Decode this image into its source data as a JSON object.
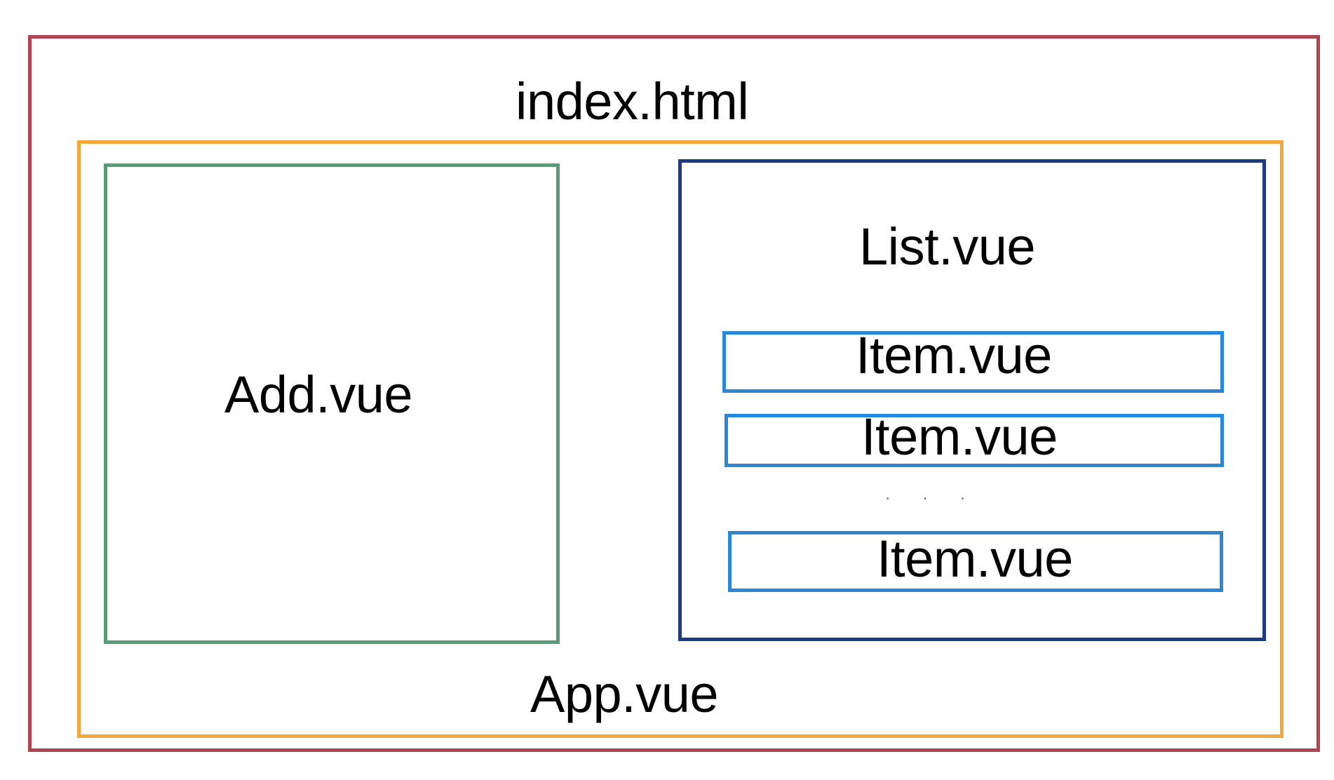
{
  "diagram": {
    "outer": {
      "label": "index.html",
      "color": "#b0444f"
    },
    "app": {
      "label": "App.vue",
      "color": "#f3a63a"
    },
    "add": {
      "label": "Add.vue",
      "color": "#5a9a78"
    },
    "list": {
      "label": "List.vue",
      "color": "#1e3a86"
    },
    "items": [
      {
        "label": "Item.vue"
      },
      {
        "label": "Item.vue"
      },
      {
        "label": "Item.vue"
      }
    ],
    "item_color": "#2b86d6",
    "ellipsis": "· · ·"
  }
}
